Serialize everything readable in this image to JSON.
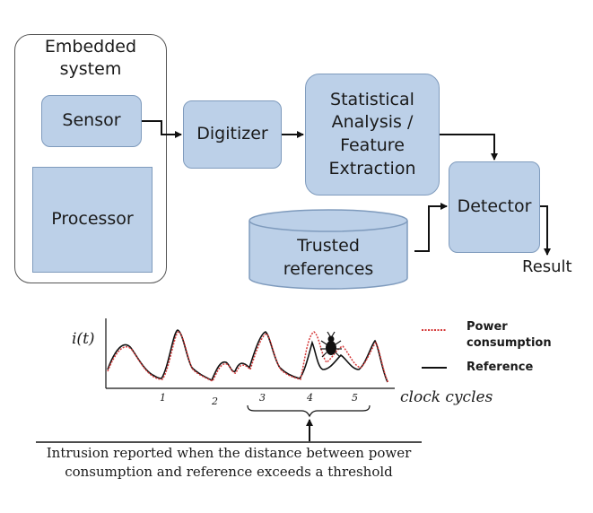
{
  "diagram": {
    "embedded_system": {
      "title": "Embedded system"
    },
    "sensor": "Sensor",
    "processor": "Processor",
    "digitizer": "Digitizer",
    "analysis": "Statistical Analysis / Feature Extraction",
    "detector": "Detector",
    "trusted": "Trusted references",
    "result": "Result"
  },
  "waveform": {
    "y_label": "i(t)",
    "x_label": "clock cycles",
    "ticks": [
      "1",
      "2",
      "3",
      "4",
      "5"
    ],
    "legend": {
      "power": "Power consumption",
      "reference": "Reference"
    },
    "caption_line1": "Intrusion reported when the distance between power",
    "caption_line2": "consumption and reference exceeds a threshold",
    "colors": {
      "power": "#d63a3a",
      "reference": "#111111"
    }
  }
}
